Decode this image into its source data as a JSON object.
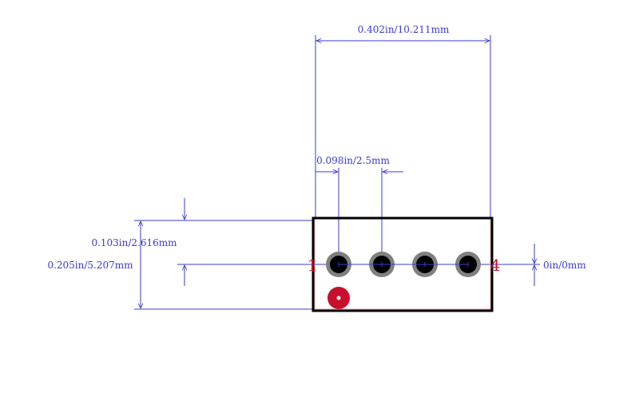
{
  "dimensions": {
    "total_width": "0.402in/10.211mm",
    "pitch": "0.098in/2.5mm",
    "row_offset": "0.103in/2.616mm",
    "total_height": "0.205in/5.207mm",
    "zero_offset": "0in/0mm"
  },
  "pins": {
    "first_label": "1",
    "last_label": "4",
    "count": 4
  },
  "colors": {
    "dimension_line": "#3a3ad6",
    "outline": "#000000",
    "courtyard": "#e8a0a8",
    "pad_ring": "#808080",
    "pad_hole": "#000000",
    "pin_label": "#c8102e",
    "pin1_marker": "#c8102e"
  }
}
